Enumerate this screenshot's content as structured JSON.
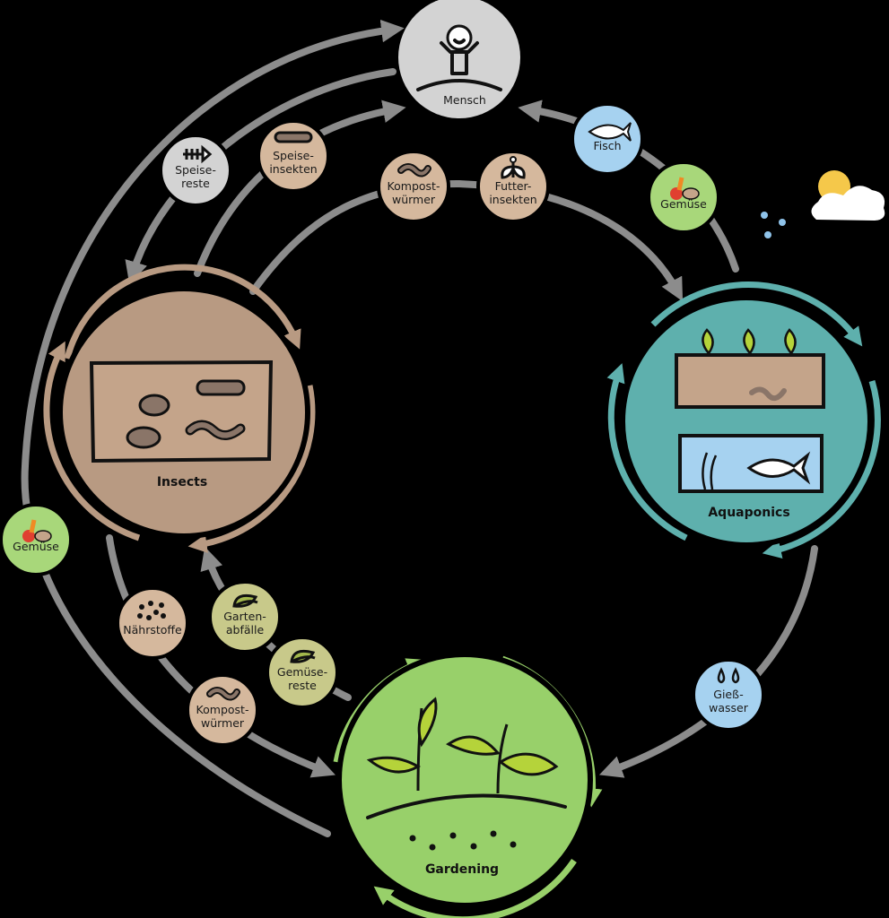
{
  "nodes": {
    "mensch": "Mensch",
    "insects": "Insects",
    "aquaponics": "Aquaponics",
    "gardening": "Gardening"
  },
  "badges": {
    "speisereste": [
      "Speise-",
      "reste"
    ],
    "speiseinsekten": [
      "Speise-",
      "insekten"
    ],
    "kompost_top": [
      "Kompost-",
      "würmer"
    ],
    "futterinsekten": [
      "Futter-",
      "insekten"
    ],
    "fisch": [
      "Fisch"
    ],
    "gemuese_right": [
      "Gemüse"
    ],
    "gemuese_left": [
      "Gemüse"
    ],
    "naehrstoffe": [
      "Nährstoffe"
    ],
    "gartenabfaelle": [
      "Garten-",
      "abfälle"
    ],
    "gemuesereste": [
      "Gemüse-",
      "reste"
    ],
    "kompost_bottom": [
      "Kompost-",
      "würmer"
    ],
    "giesswasser": [
      "Gieß-",
      "wasser"
    ]
  },
  "colors": {
    "arrow": "#8c8c8c",
    "mensch": "#d3d3d3",
    "insects": "#b89a82",
    "aquaponics": "#5eb0ad",
    "gardening": "#98d06a",
    "tan_badge": "#d5b89d",
    "olive_badge": "#c8c98a",
    "blue_badge": "#a6d2f0",
    "green_badge": "#a8d77a",
    "grey_badge": "#d3d3d3"
  }
}
